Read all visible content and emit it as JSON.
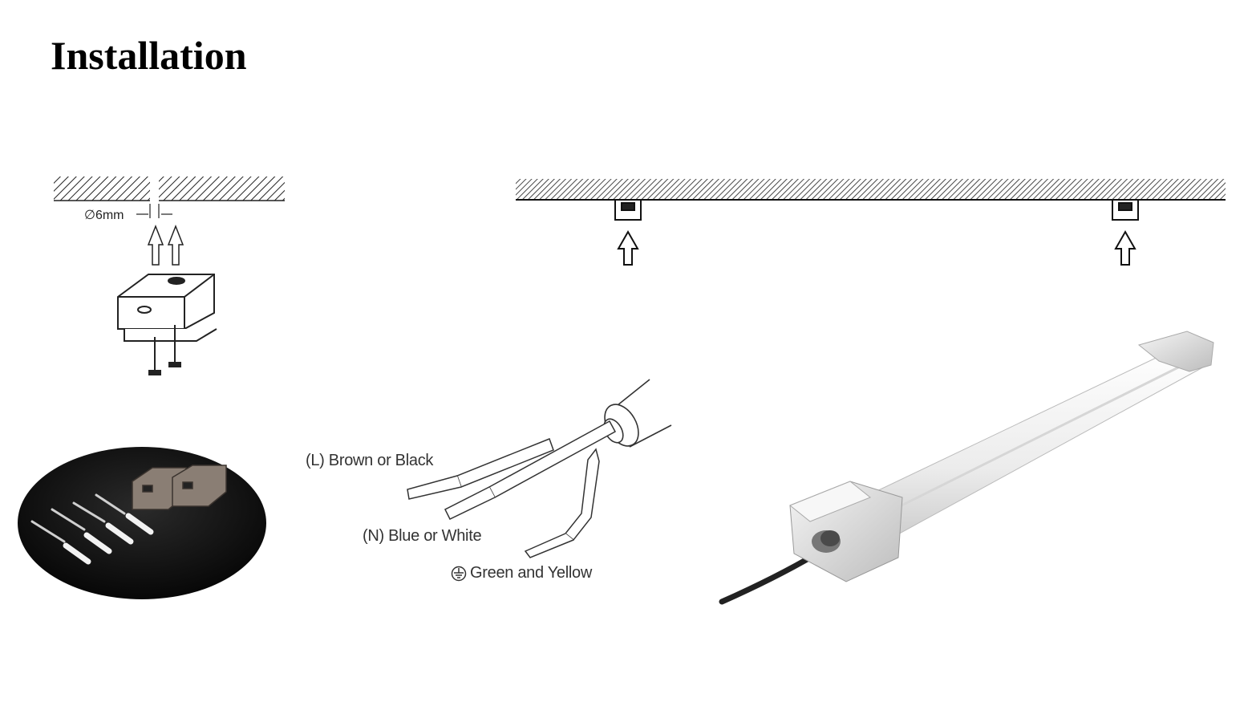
{
  "page": {
    "title": "Installation"
  },
  "bracket_diagram": {
    "hole_label": "∅6mm"
  },
  "wiring": {
    "live_label": "(L) Brown or Black",
    "neutral_label": "(N) Blue or White",
    "earth_label": "Green and Yellow"
  },
  "colors": {
    "text": "#000000",
    "label": "#333333",
    "photo_background": "#111111",
    "fixture_body": "#eeeeee"
  },
  "icons": [
    "up-arrow-icon",
    "ground-icon"
  ]
}
